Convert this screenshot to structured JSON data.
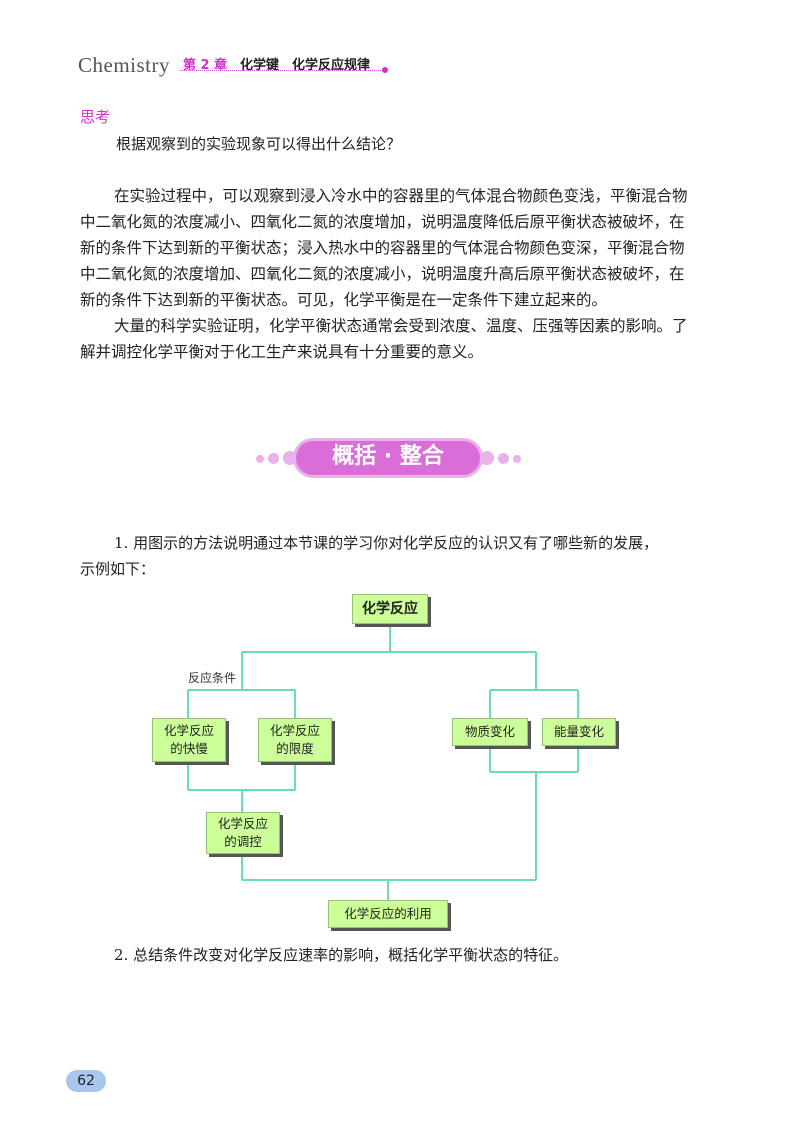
{
  "header": {
    "brand": "Chemistry",
    "chapter": "第 2 章",
    "title": "化学键　化学反应规律"
  },
  "think_label": "思考",
  "question": "根据观察到的实验现象可以得出什么结论？",
  "paragraph1": [
    "在实验过程中，可以观察到浸入冷水中的容器里的气体混合物颜色变浅，平衡混合物",
    "中二氧化氮的浓度减小、四氧化二氮的浓度增加，说明温度降低后原平衡状态被破坏，在",
    "新的条件下达到新的平衡状态；浸入热水中的容器里的气体混合物颜色变深，平衡混合物",
    "中二氧化氮的浓度增加、四氧化二氮的浓度减小，说明温度升高后原平衡状态被破坏，在",
    "新的条件下达到新的平衡状态。可见，化学平衡是在一定条件下建立起来的。"
  ],
  "paragraph2": [
    "大量的科学实验证明，化学平衡状态通常会受到浓度、温度、压强等因素的影响。了",
    "解并调控化学平衡对于化工生产来说具有十分重要的意义。"
  ],
  "banner": "概括 · 整合",
  "task1": [
    "1. 用图示的方法说明通过本节课的学习你对化学反应的认识又有了哪些新的发展，",
    "示例如下："
  ],
  "diagram": {
    "root": "化学反应",
    "condition_label": "反应条件",
    "rate": [
      "化学反应",
      "的快慢"
    ],
    "limit": [
      "化学反应",
      "的限度"
    ],
    "control": [
      "化学反应",
      "的调控"
    ],
    "matter": "物质变化",
    "energy": "能量变化",
    "use": "化学反应的利用"
  },
  "task2": "2. 总结条件改变对化学反应速率的影响，概括化学平衡状态的特征。",
  "page_number": "62",
  "colors": {
    "accent": "#cc33cc",
    "box": "#ccff99",
    "line": "#66ddbb",
    "badge": "#a9c7ee"
  }
}
